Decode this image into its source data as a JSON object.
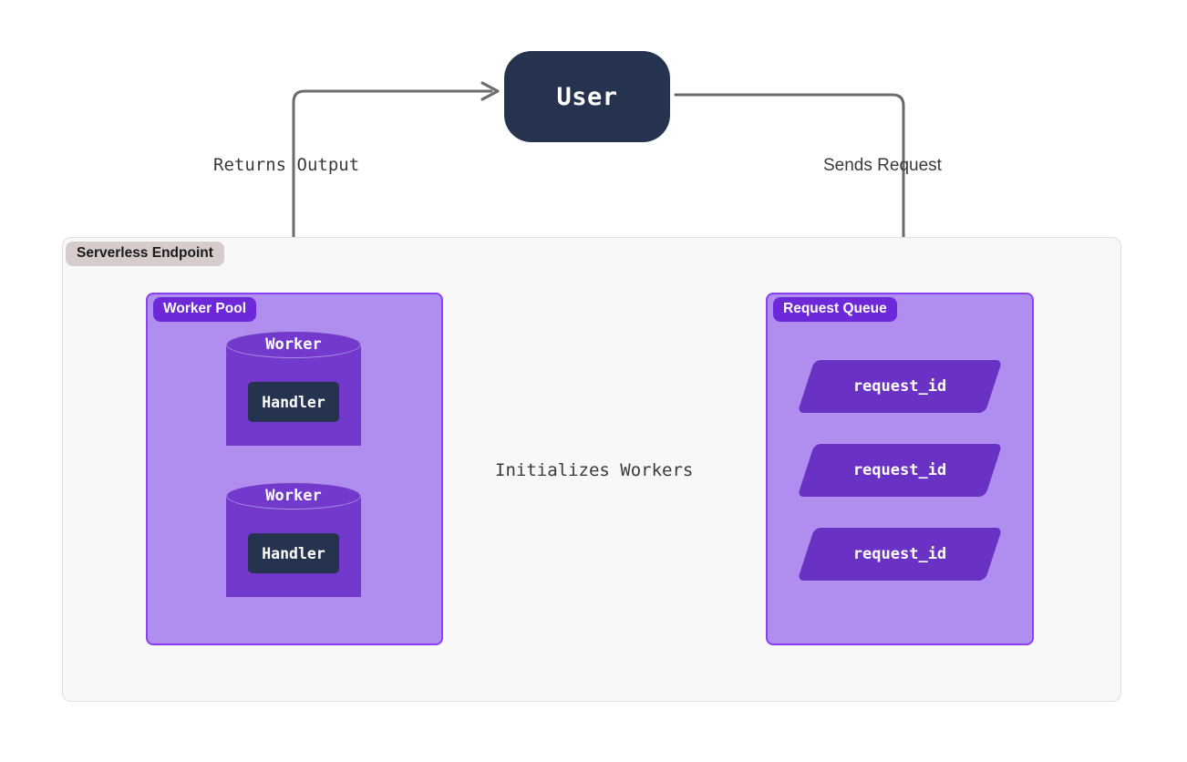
{
  "diagram": {
    "title_hidden": "Serverless Endpoint request flow",
    "colors": {
      "background": "#ffffff",
      "user_node": "#25334f",
      "container_fill": "#f9f8f8",
      "container_border": "#e6dede",
      "container_label_bg": "#d6cccc",
      "group_fill": "#b08ef0",
      "group_border": "#8b3ff5",
      "group_label_bg": "#6d28d9",
      "cylinder_fill": "#7339cc",
      "cylinder_top_stroke": "#a98ce0",
      "handler_fill": "#25334f",
      "parallelogram_fill": "#6a32c4",
      "edge_stroke": "#6b6b6b",
      "edge_label_text": "#3a3a3a"
    }
  },
  "user": {
    "label": "User"
  },
  "endpoint": {
    "title": "Serverless Endpoint"
  },
  "worker_pool": {
    "title": "Worker Pool",
    "workers": [
      {
        "label": "Worker",
        "handler": "Handler"
      },
      {
        "label": "Worker",
        "handler": "Handler"
      }
    ]
  },
  "request_queue": {
    "title": "Request Queue",
    "items": [
      {
        "label": "request_id"
      },
      {
        "label": "request_id"
      },
      {
        "label": "request_id"
      }
    ]
  },
  "edges": [
    {
      "id": "returns-output",
      "label": "Returns Output",
      "from": "worker-pool",
      "to": "user",
      "arrowhead": true
    },
    {
      "id": "sends-request",
      "label": "Sends Request",
      "from": "user",
      "to": "request-queue",
      "arrowhead": true
    },
    {
      "id": "initializes-workers",
      "label": "Initializes Workers",
      "from": "request-queue",
      "to": "worker-pool",
      "arrowhead": true
    }
  ]
}
